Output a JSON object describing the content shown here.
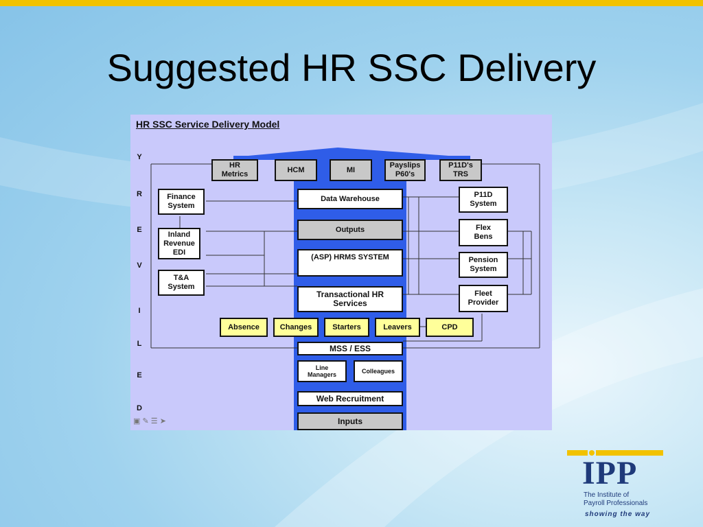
{
  "slide": {
    "title": "Suggested HR SSC Delivery"
  },
  "diagram": {
    "title": "HR SSC Service Delivery Model",
    "delivery_letters": [
      "Y",
      "R",
      "E",
      "V",
      "I",
      "L",
      "E",
      "D"
    ],
    "top_row": {
      "hr_metrics": "HR\nMetrics",
      "hcm": "HCM",
      "mi": "MI",
      "payslips": "Payslips\nP60's",
      "p11ds_trs": "P11D's\nTRS"
    },
    "left_column": {
      "finance_system": "Finance\nSystem",
      "inland_revenue_edi": "Inland\nRevenue\nEDI",
      "ta_system": "T&A\nSystem"
    },
    "center_column": {
      "data_warehouse": "Data Warehouse",
      "outputs": "Outputs",
      "asp_hrms": "(ASP) HRMS SYSTEM",
      "transactional_hr": "Transactional HR\nServices",
      "mss_ess": "MSS   /   ESS",
      "line_managers": "Line\nManagers",
      "colleagues": "Colleagues",
      "web_recruitment": "Web Recruitment",
      "inputs": "Inputs"
    },
    "right_column": {
      "p11d_system": "P11D\nSystem",
      "flex_bens": "Flex\nBens",
      "pension_system": "Pension\nSystem",
      "fleet_provider": "Fleet\nProvider"
    },
    "process_row": {
      "absence": "Absence",
      "changes": "Changes",
      "starters": "Starters",
      "leavers": "Leavers",
      "cpd": "CPD"
    }
  },
  "logo": {
    "mark": "IPP",
    "line1": "The Institute of",
    "line2": "Payroll Professionals",
    "tagline": "showing the way"
  },
  "colors": {
    "accent_yellow": "#f2c200",
    "diagram_bg": "#c9c9fb",
    "column_blue": "#2f5de8",
    "logo_navy": "#1f3a7a"
  }
}
